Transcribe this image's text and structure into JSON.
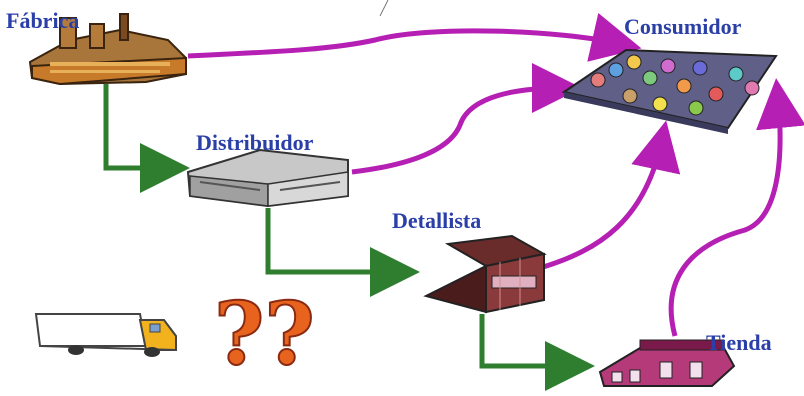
{
  "nodes": {
    "fabrica": "Fábrica",
    "consumidor": "Consumidor",
    "distribuidor": "Distribuidor",
    "detallista": "Detallista",
    "tienda": "Tienda"
  },
  "icons": {
    "fabrica": "factory-icon",
    "consumidor": "crowd-icon",
    "distribuidor": "warehouse-icon",
    "detallista": "office-building-icon",
    "tienda": "store-icon",
    "truck": "truck-icon",
    "question": "question-marks-icon"
  },
  "colors": {
    "label": "#2b3fa8",
    "supply_arrow": "#2f7d2f",
    "consumer_arrow": "#b51fb3"
  }
}
